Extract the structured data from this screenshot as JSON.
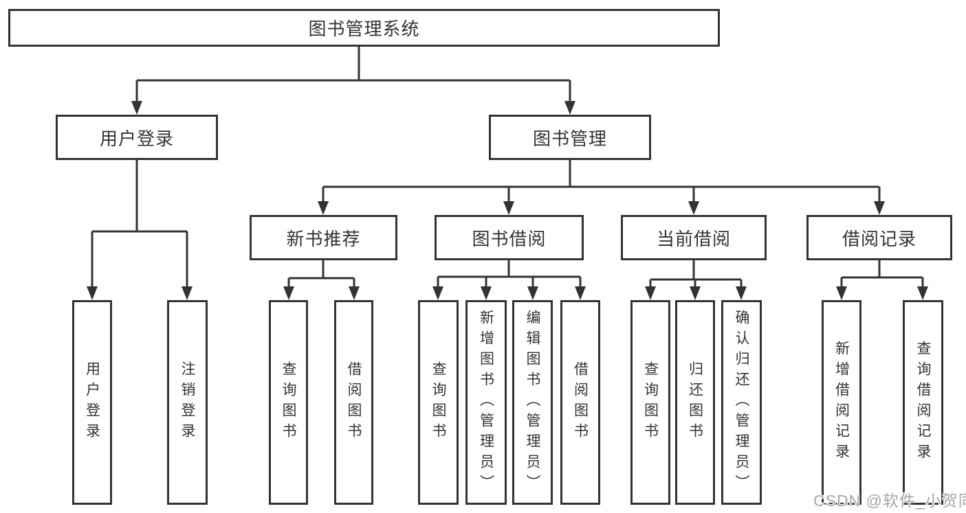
{
  "tree": {
    "root": "图书管理系统",
    "branches": [
      {
        "label": "用户登录",
        "children": [
          "用户登录",
          "注销登录"
        ]
      },
      {
        "label": "图书管理",
        "sections": [
          {
            "label": "新书推荐",
            "children": [
              "查询图书",
              "借阅图书"
            ]
          },
          {
            "label": "图书借阅",
            "children": [
              "查询图书",
              "新增图书（管理员）",
              "编辑图书（管理员）",
              "借阅图书"
            ]
          },
          {
            "label": "当前借阅",
            "children": [
              "查询图书",
              "归还图书",
              "确认归还（管理员）"
            ]
          },
          {
            "label": "借阅记录",
            "children": [
              "新增借阅记录",
              "查询借阅记录"
            ]
          }
        ]
      }
    ]
  },
  "watermark": "CSDN @软件_小贺同学",
  "colors": {
    "line": "#333333",
    "box_border": "#333333",
    "text": "#333333",
    "background": "#ffffff",
    "watermark": "#a6a6a6"
  }
}
